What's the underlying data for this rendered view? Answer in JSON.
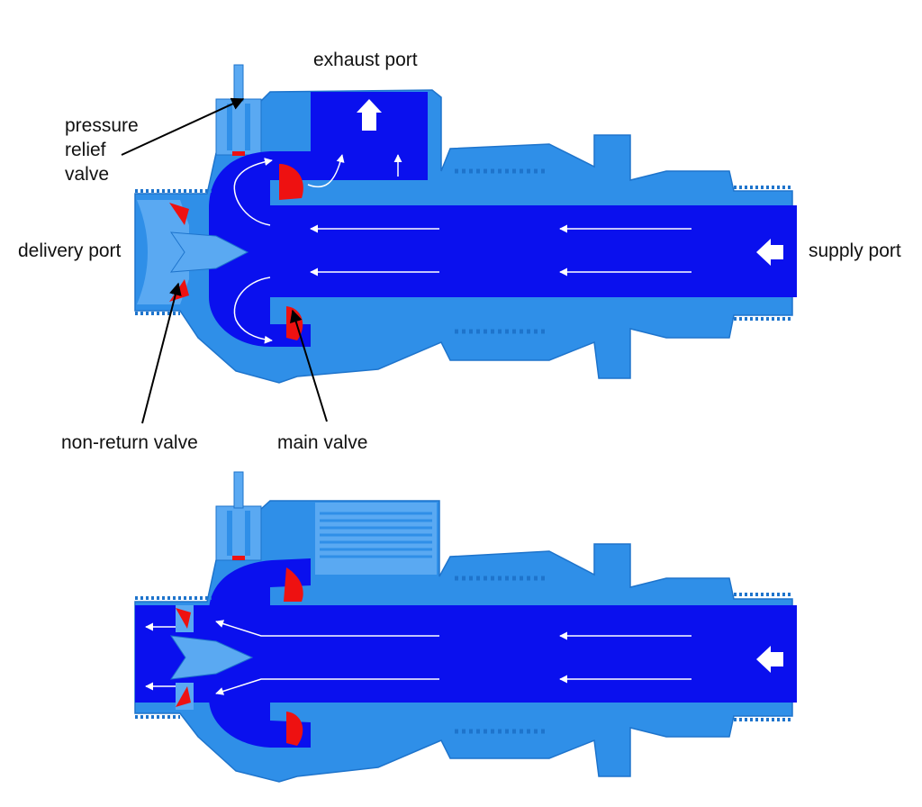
{
  "labels": {
    "exhaust_port": "exhaust port",
    "pressure_relief_valve": [
      "pressure",
      "relief",
      "valve"
    ],
    "delivery_port": "delivery port",
    "supply_port": "supply port",
    "non_return_valve": "non-return valve",
    "main_valve": "main valve"
  },
  "colors": {
    "body": "#2f8fe8",
    "body_light": "#5aa9f2",
    "body_dark": "#1e74cc",
    "flow": "#0a10ee",
    "valve": "#ee1111",
    "arrow": "#ffffff",
    "leader": "#000000"
  }
}
